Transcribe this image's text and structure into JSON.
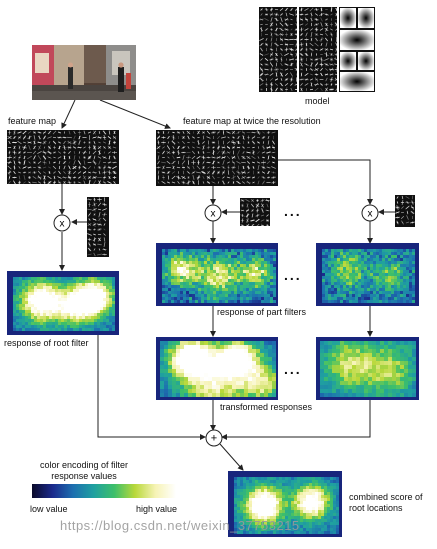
{
  "labels": {
    "model": "model",
    "feature_map": "feature map",
    "feature_map_2x": "feature map at twice the resolution",
    "response_root": "response of root filter",
    "response_parts": "response of part filters",
    "transformed": "transformed responses",
    "color_encoding": "color encoding of filter\nresponse values",
    "low_value": "low value",
    "high_value": "high value",
    "combined": "combined score of\nroot locations",
    "ellipsis": "...",
    "multiply": "x",
    "add": "+"
  },
  "watermark": "https://blog.csdn.net/weixin_37753215",
  "colors": {
    "colormap": [
      "#0a0a2a",
      "#1b2a8c",
      "#1d6fb0",
      "#1fa0a0",
      "#3dbf6a",
      "#b8d83a",
      "#f6f3b5",
      "#ffffff"
    ],
    "hog_bg": "#101010",
    "hog_stroke": "#e8e8e8",
    "wire": "#222222"
  },
  "icons": {
    "photo": "street-scene-photo",
    "multiply": "multiply-operator-icon",
    "add": "sum-operator-icon"
  }
}
